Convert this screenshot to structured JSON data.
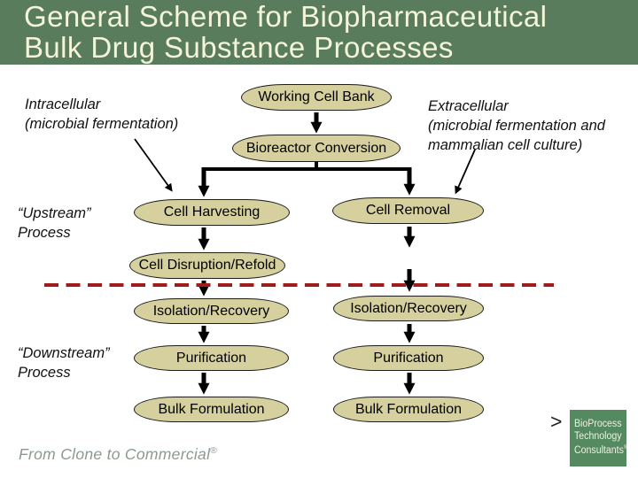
{
  "slide": {
    "title_line1": "General Scheme for Biopharmaceutical",
    "title_line2": "Bulk Drug Substance Processes",
    "footer_text": "From Clone to Commercial",
    "footer_reg": "®"
  },
  "labels": {
    "intracellular_line1": "Intracellular",
    "intracellular_line2": "(microbial fermentation)",
    "extracellular_line1": "Extracellular",
    "extracellular_line2": "(microbial fermentation and",
    "extracellular_line3": "mammalian cell culture)",
    "upstream_line1": "“Upstream”",
    "upstream_line2": "Process",
    "downstream_line1": "“Downstream”",
    "downstream_line2": "Process"
  },
  "nodes": {
    "working_cell_bank": "Working Cell Bank",
    "bioreactor_conversion": "Bioreactor Conversion",
    "cell_harvesting": "Cell Harvesting",
    "cell_removal": "Cell Removal",
    "cell_disruption": "Cell Disruption/Refold",
    "isolation_left": "Isolation/Recovery",
    "isolation_right": "Isolation/Recovery",
    "purification_left": "Purification",
    "purification_right": "Purification",
    "bulk_formulation_left": "Bulk Formulation",
    "bulk_formulation_right": "Bulk Formulation"
  },
  "logo": {
    "chevron": ">",
    "line1": "BioProcess",
    "line2": "Technology",
    "line3": "Consultants",
    "reg": "®"
  },
  "colors": {
    "title_bar_green": "#587c5c",
    "title_text_cream": "#f4f4d8",
    "node_fill_khaki": "#d5d09e",
    "divider_red": "#9e1c1c",
    "logo_green": "#55895f",
    "footer_sage": "#8a9a8c"
  }
}
